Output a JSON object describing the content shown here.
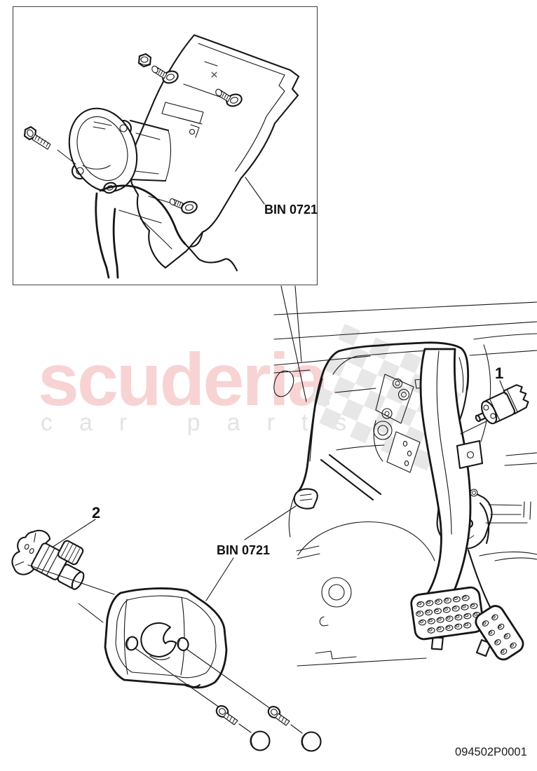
{
  "page": {
    "background": "#ffffff"
  },
  "drawing": {
    "ink_color": "#161616",
    "box_border_color": "#444444"
  },
  "watermark": {
    "brand": "scuderia",
    "tagline": "car parts",
    "brand_color": "#f8d3d3",
    "tagline_color": "#e3e3e3",
    "flag_color": "#e7e7e7"
  },
  "callouts": {
    "switch": "1",
    "sensor": "2"
  },
  "bin_labels": {
    "inset": "BIN 0721",
    "main": "BIN 0721"
  },
  "part_number": "094502P0001"
}
